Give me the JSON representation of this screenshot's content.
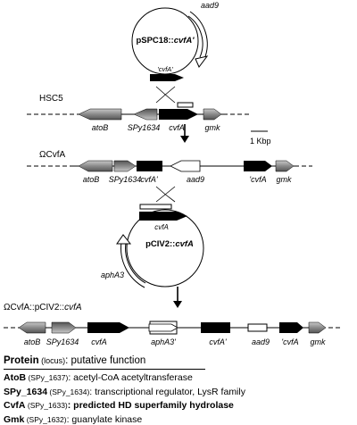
{
  "plasmid1": {
    "name": "pSPC18::",
    "name_italic": "cvfA'",
    "gene_aad9": "aad9",
    "gene_cvfA": "'cvfA'"
  },
  "row1": {
    "strain": "HSC5",
    "genes": [
      "atoB",
      "SPy1634",
      "cvfA",
      "gmk"
    ],
    "scale": "1 Kbp"
  },
  "row2": {
    "strain": "ΩCvfA",
    "genes": [
      "atoB",
      "SPy1634",
      "cvfA'",
      "aad9",
      "'cvfA",
      "gmk"
    ]
  },
  "plasmid2": {
    "name": "pCIV2::",
    "name_italic": "cvfA",
    "gene_cvfA": "cvfA",
    "gene_aphA3": "aphA3"
  },
  "row3": {
    "strain_prefix": "ΩCvfA::pCIV2::",
    "strain_italic": "cvfA",
    "genes": [
      "atoB",
      "SPy1634",
      "cvfA",
      "aphA3'",
      "cvfA'",
      "aad9",
      "'cvfA",
      "gmk"
    ]
  },
  "legend": {
    "header_bold": "Protein",
    "header_small": " (locus)",
    "header_rest": ": putative function",
    "rows": [
      {
        "name": "AtoB",
        "locus": " (SPy_1637)",
        "fn": ": acetyl-CoA acetyltransferase"
      },
      {
        "name": "SPy_1634",
        "locus": " (SPy_1634)",
        "fn": ": transcriptional regulator, LysR family"
      },
      {
        "name": "CvfA",
        "locus": " (SPy_1633)",
        "fn": ": predicted HD superfamily hydrolase"
      },
      {
        "name": "Gmk",
        "locus": " (SPy_1632)",
        "fn": ": guanylate kinase"
      }
    ]
  }
}
